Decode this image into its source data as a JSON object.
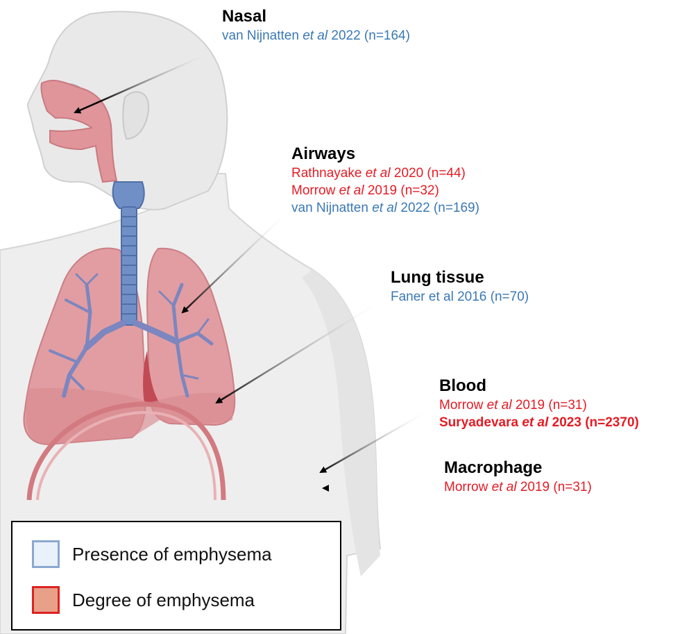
{
  "colors": {
    "blue_text": "#3a78b4",
    "red_text": "#e51b24",
    "legend_presence_fill": "#e9f1fa",
    "legend_presence_border": "#8ba8cf",
    "legend_degree_fill": "#e8a088",
    "legend_degree_border": "#dd2222"
  },
  "sections": {
    "nasal": {
      "heading": "Nasal",
      "refs": [
        {
          "pre": "van Nijnatten ",
          "em": "et al",
          "post": " 2022 (n=164)",
          "color": "blue"
        }
      ]
    },
    "airways": {
      "heading": "Airways",
      "refs": [
        {
          "pre": "Rathnayake ",
          "em": "et al",
          "post": " 2020 (n=44)",
          "color": "red"
        },
        {
          "pre": "Morrow ",
          "em": "et al",
          "post": " 2019 (n=32)",
          "color": "red"
        },
        {
          "pre": "van Nijnatten ",
          "em": "et al",
          "post": " 2022 (n=169)",
          "color": "blue"
        }
      ]
    },
    "lung_tissue": {
      "heading": "Lung tissue",
      "refs": [
        {
          "pre": "Faner et al 2016 (n=70)",
          "em": "",
          "post": "",
          "color": "blue"
        }
      ]
    },
    "blood": {
      "heading": "Blood",
      "refs": [
        {
          "pre": "Morrow ",
          "em": "et al",
          "post": " 2019 (n=31)",
          "color": "red"
        },
        {
          "pre": "Suryadevara ",
          "em": "et al",
          "post": " 2023 (n=2370)",
          "color": "red",
          "bold": true
        }
      ]
    },
    "macrophage": {
      "heading": "Macrophage",
      "refs": [
        {
          "pre": "Morrow ",
          "em": "et al",
          "post": " 2019 (n=31)",
          "color": "red"
        }
      ]
    }
  },
  "legend": {
    "presence": "Presence of emphysema",
    "degree": "Degree of emphysema"
  }
}
